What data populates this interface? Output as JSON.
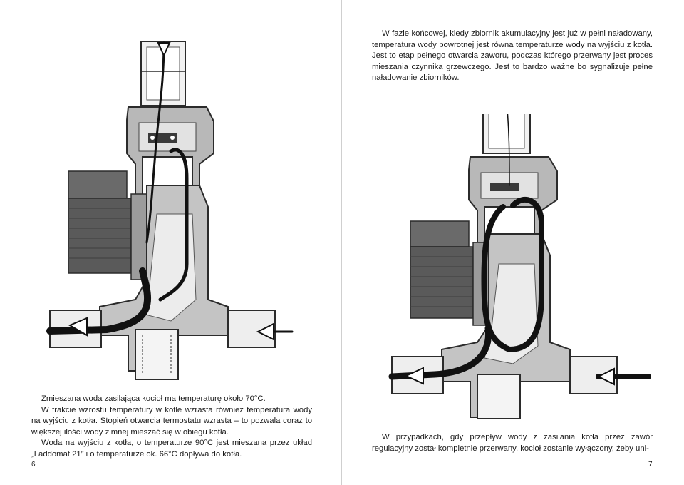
{
  "left_page": {
    "caption": [
      "Zmieszana woda zasilająca kocioł ma temperaturę około 70°C.",
      "W trakcie wzrostu temperatury w kotle wzrasta również temperatura wody na wyjściu z kotła. Stopień otwarcia termostatu wzrasta – to pozwala coraz to większej ilości wody zimnej mieszać się w obiegu kotła.",
      "Woda na wyjściu z kotła, o temperaturze 90°C jest mieszana przez układ „Laddomat 21” i o temperaturze ok. 66°C dopływa do kotła."
    ],
    "page_number": "6"
  },
  "right_page": {
    "intro": "W fazie końcowej, kiedy zbiornik akumulacyjny jest już w pełni naładowany, temperatura wody powrotnej jest równa temperaturze wody na wyjściu z kotła. Jest to etap pełnego otwarcia zaworu, podczas którego przerwany jest proces mieszania czynnika grzewczego. Jest to bardzo ważne bo sygnalizuje pełne naładowanie zbiorników.",
    "bottom": "W przypadkach, gdy przepływ wody z zasilania kotła przez zawór regulacyjny został kompletnie przerwany, kocioł zostanie wyłączony, żeby uni-",
    "page_number": "7"
  },
  "colors": {
    "body": "#ffffff",
    "metal": "#9a9a9a",
    "outline": "#2b2b2b",
    "flow": "#111111",
    "pump": "#5e5e5e"
  }
}
